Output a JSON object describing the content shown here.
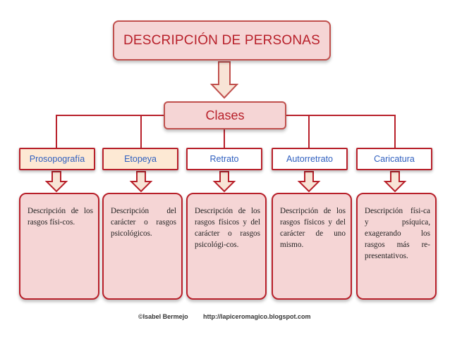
{
  "diagram": {
    "title": "DESCRIPCIÓN DE PERSONAS",
    "hub": "Clases",
    "categories": [
      {
        "label": "Prosopografía",
        "description": "Descripción de los rasgos físi-cos."
      },
      {
        "label": "Etopeya",
        "description": "Descripción del carácter o rasgos psicológicos."
      },
      {
        "label": "Retrato",
        "description": "Descripción de los rasgos físicos y del carácter o rasgos psicológi-cos."
      },
      {
        "label": "Autorretrato",
        "description": "Descripción de los rasgos físicos y del carácter de uno mismo."
      },
      {
        "label": "Caricatura",
        "description": "Descripción físi-ca y psíquica, exagerando los rasgos más re-presentativos."
      }
    ]
  },
  "footer": {
    "author": "©Isabel Bermejo",
    "url": "http://lapiceromagico.blogspot.com"
  },
  "colors": {
    "border": "#b8202a",
    "box_fill": "#f5d5d5",
    "label_text": "#2f5fbf",
    "arrow_fill": "#f8e4d6"
  }
}
